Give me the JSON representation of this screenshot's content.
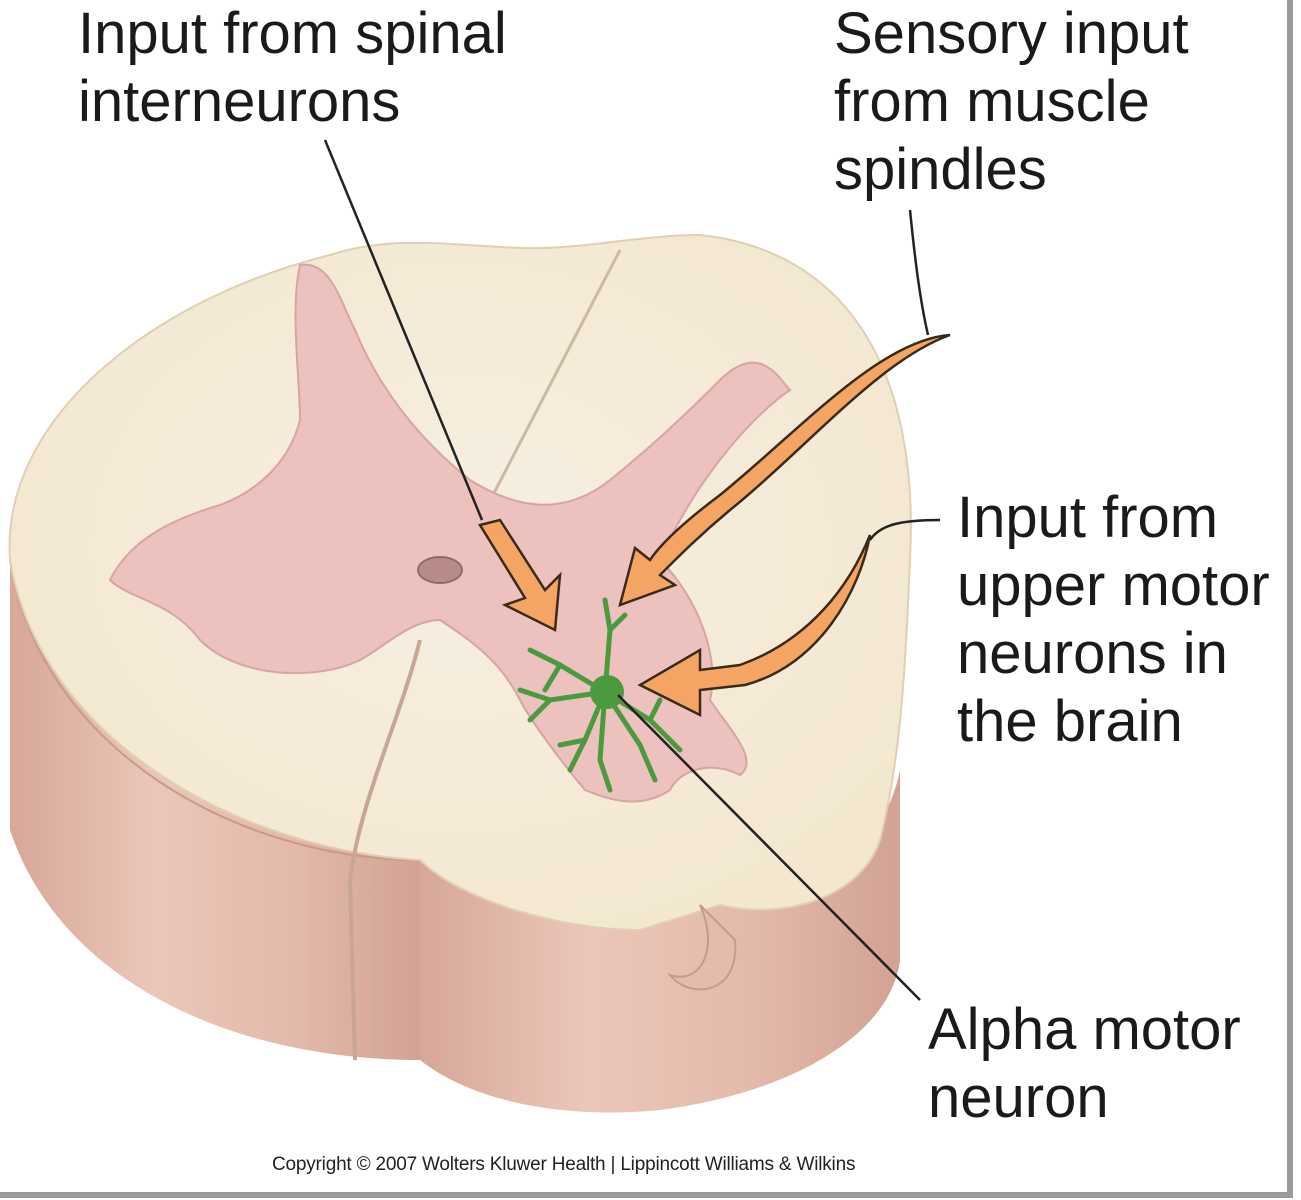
{
  "labels": {
    "interneurons": [
      "Input from spinal",
      "interneurons"
    ],
    "spindles": [
      "Sensory input",
      "from muscle",
      "spindles"
    ],
    "upper_motor": [
      "Input from",
      "upper motor",
      "neurons in",
      "the brain"
    ],
    "alpha": [
      "Alpha motor",
      "neuron"
    ]
  },
  "copyright": "Copyright © 2007 Wolters Kluwer Health | Lippincott Williams & Wilkins",
  "colors": {
    "white_matter": "#f6eedc",
    "gray_matter": "#ecc1be",
    "side_tissue": "#e6bdb0",
    "arrow": "#f5a563",
    "neuron": "#4c9a3e"
  }
}
